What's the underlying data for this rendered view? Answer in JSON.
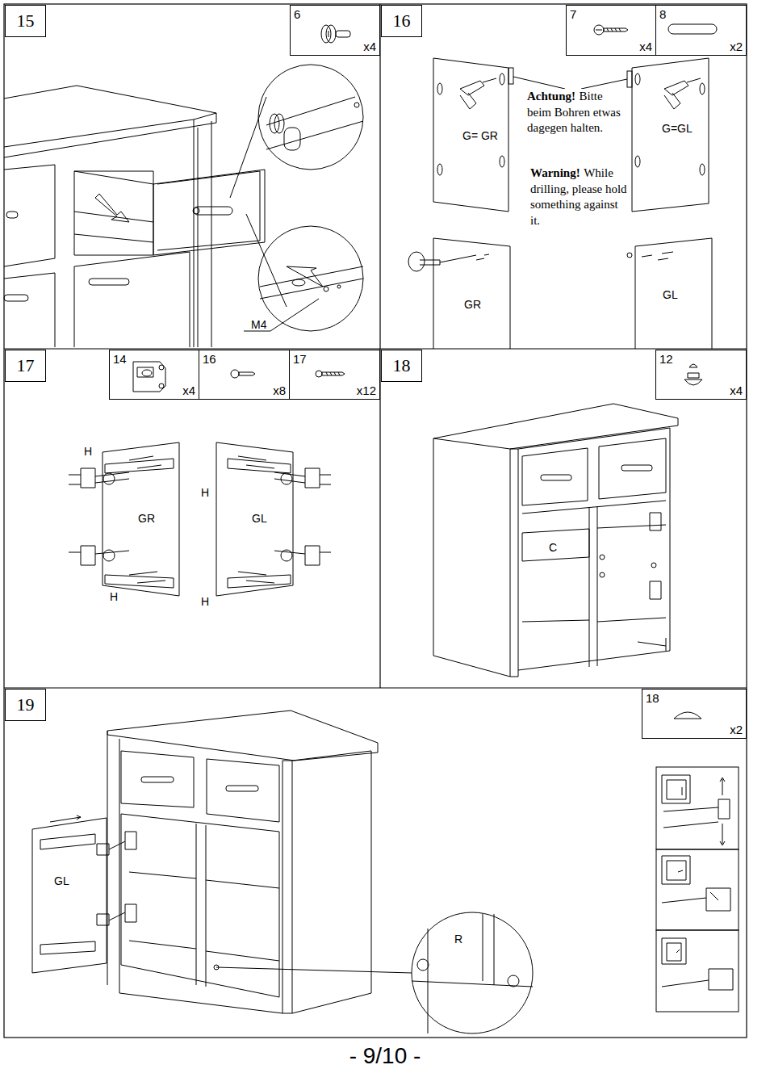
{
  "diagram": {
    "nodes": [
      {
        "text": [
          "15"
        ]
      },
      {
        "text": [
          "6",
          "x4"
        ]
      },
      {
        "text": [
          "16"
        ]
      },
      {
        "text": [
          "7",
          "x4"
        ]
      },
      {
        "text": [
          "8",
          "x2"
        ]
      },
      {
        "text": [
          "17"
        ]
      },
      {
        "text": [
          "14",
          "x4"
        ]
      },
      {
        "text": [
          "16",
          "x8"
        ]
      },
      {
        "text": [
          "17",
          "x12"
        ]
      },
      {
        "text": [
          "18"
        ]
      },
      {
        "text": [
          "12",
          "x4"
        ]
      },
      {
        "text": [
          "19"
        ]
      },
      {
        "text": [
          "18",
          "x2"
        ]
      }
    ],
    "labels": [
      "M4",
      "Achtung!",
      "Bitte beim Bohren etwas dagegen halten.",
      "Warning!",
      "While drilling, please hold something against it.",
      "G= GR",
      "G=GL",
      "GR",
      "GL",
      "H",
      "H",
      "GR",
      "GL",
      "H",
      "H",
      "C",
      "GL",
      "R",
      "- 9/10 -"
    ]
  }
}
